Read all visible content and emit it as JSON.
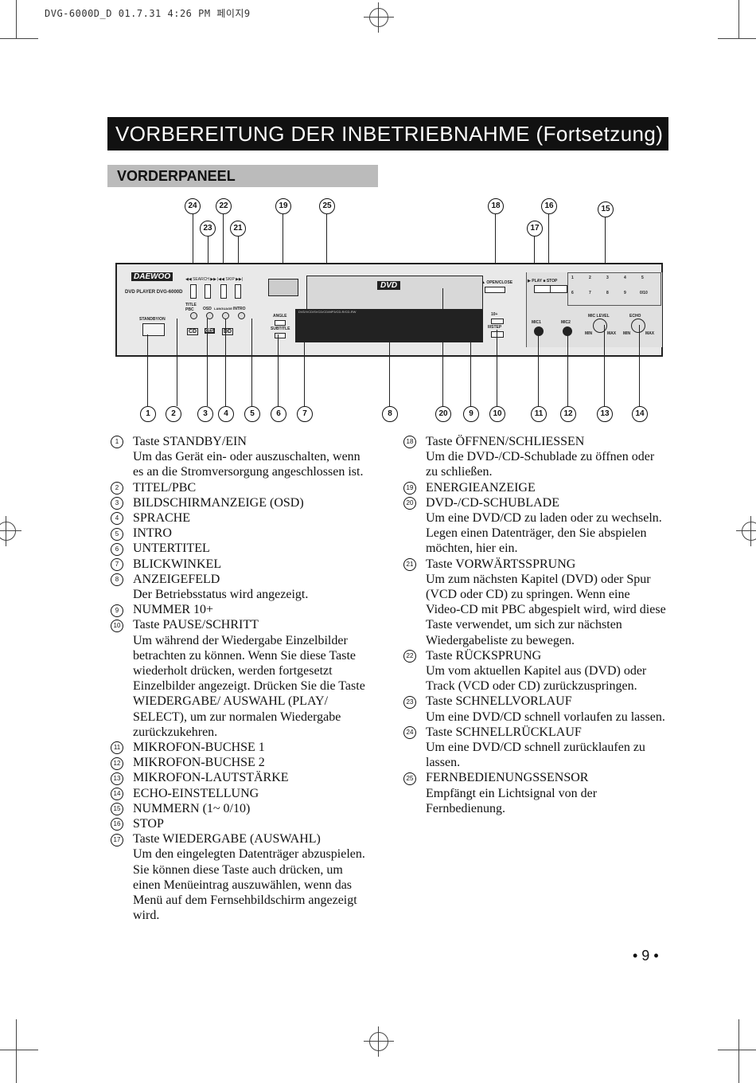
{
  "print_header": "DVG-6000D_D 01.7.31 4:26 PM  페이지9",
  "title": "VORBEREITUNG DER INBETRIEBNAHME (Fortsetzung)",
  "subtitle": "VORDERPANEEL",
  "figure": {
    "brand": "DAEWOO",
    "model": "DVD PLAYER DVG-6000D",
    "labels": {
      "search": "◀◀ SEARCH ▶▶",
      "skip": "|◀◀ SKIP ▶▶|",
      "title_pbc": "TITLE PBC",
      "osd": "OSD",
      "language": "LANGUAGE",
      "intro": "INTRO",
      "standby": "STANDBY/ON",
      "angle": "ANGLE",
      "subtitle": "SUBTITLE",
      "dvd_logo": "DVD",
      "disc_types": "DVD/VCD/SVCD/CD/MP3/CD-R/CD-RW",
      "open_close": "▲ OPEN/CLOSE",
      "play_stop": "▶ PLAY  ■ STOP",
      "ten_plus": "10+",
      "pause_step": "II/STEP",
      "mic1": "MIC1",
      "mic2": "MIC2",
      "mic_level": "MIC LEVEL",
      "echo": "ECHO",
      "min": "MIN",
      "max": "MAX",
      "numpad": [
        "1",
        "2",
        "3",
        "4",
        "5",
        "6",
        "7",
        "8",
        "9",
        "0/10"
      ]
    },
    "top_callouts": [
      "24",
      "22",
      "19",
      "25",
      "18",
      "16",
      "15",
      "23",
      "21",
      "17"
    ],
    "bottom_callouts": [
      "1",
      "2",
      "3",
      "4",
      "5",
      "6",
      "7",
      "8",
      "20",
      "9",
      "10",
      "11",
      "12",
      "13",
      "14"
    ]
  },
  "left_list": [
    {
      "n": "1",
      "t": "Taste STANDBY/EIN",
      "d": "Um das Gerät ein- oder auszuschalten, wenn es an die Stromversorgung angeschlossen ist."
    },
    {
      "n": "2",
      "t": "TITEL/PBC",
      "d": ""
    },
    {
      "n": "3",
      "t": "BILDSCHIRMANZEIGE (OSD)",
      "d": ""
    },
    {
      "n": "4",
      "t": "SPRACHE",
      "d": ""
    },
    {
      "n": "5",
      "t": "INTRO",
      "d": ""
    },
    {
      "n": "6",
      "t": "UNTERTITEL",
      "d": ""
    },
    {
      "n": "7",
      "t": "BLICKWINKEL",
      "d": ""
    },
    {
      "n": "8",
      "t": "ANZEIGEFELD",
      "d": "Der Betriebsstatus wird angezeigt."
    },
    {
      "n": "9",
      "t": "NUMMER 10+",
      "d": ""
    },
    {
      "n": "10",
      "t": "Taste PAUSE/SCHRITT",
      "d": "Um während der Wiedergabe Einzelbilder betrachten zu können. Wenn Sie diese Taste wiederholt drücken, werden fortgesetzt Einzelbilder angezeigt. Drücken Sie die Taste WIEDERGABE/ AUSWAHL (PLAY/ SELECT), um zur normalen Wiedergabe zurückzukehren."
    },
    {
      "n": "11",
      "t": "MIKROFON-BUCHSE 1",
      "d": ""
    },
    {
      "n": "12",
      "t": "MIKROFON-BUCHSE 2",
      "d": ""
    },
    {
      "n": "13",
      "t": "MIKROFON-LAUTSTÄRKE",
      "d": ""
    },
    {
      "n": "14",
      "t": "ECHO-EINSTELLUNG",
      "d": ""
    },
    {
      "n": "15",
      "t": "NUMMERN (1~ 0/10)",
      "d": ""
    },
    {
      "n": "16",
      "t": "STOP",
      "d": ""
    },
    {
      "n": "17",
      "t": "Taste WIEDERGABE (AUSWAHL)",
      "d": "Um den eingelegten Datenträger abzuspielen. Sie können diese Taste auch drücken, um einen Menüeintrag auszuwählen, wenn das Menü auf dem Fernsehbildschirm angezeigt wird."
    }
  ],
  "right_list": [
    {
      "n": "18",
      "t": "Taste ÖFFNEN/SCHLIESSEN",
      "d": "Um die DVD-/CD-Schublade zu öffnen oder zu schließen."
    },
    {
      "n": "19",
      "t": "ENERGIEANZEIGE",
      "d": ""
    },
    {
      "n": "20",
      "t": "DVD-/CD-SCHUBLADE",
      "d": "Um eine DVD/CD zu laden oder zu wechseln. Legen einen Datenträger, den Sie abspielen möchten, hier ein."
    },
    {
      "n": "21",
      "t": "Taste VORWÄRTSSPRUNG",
      "d": "Um zum nächsten Kapitel (DVD) oder Spur (VCD oder CD) zu springen. Wenn eine Video-CD mit PBC abgespielt wird, wird diese Taste verwendet, um sich zur nächsten Wiedergabeliste zu bewegen."
    },
    {
      "n": "22",
      "t": "Taste RÜCKSPRUNG",
      "d": "Um vom aktuellen Kapitel aus (DVD) oder Track (VCD oder CD) zurückzuspringen."
    },
    {
      "n": "23",
      "t": "Taste SCHNELLVORLAUF",
      "d": "Um eine DVD/CD schnell vorlaufen zu lassen."
    },
    {
      "n": "24",
      "t": "Taste SCHNELLRÜCKLAUF",
      "d": "Um eine DVD/CD schnell zurücklaufen zu lassen."
    },
    {
      "n": "25",
      "t": "FERNBEDIENUNGSSENSOR",
      "d": "Empfängt ein Lichtsignal von der Fernbedienung."
    }
  ],
  "page_number": "• 9 •"
}
